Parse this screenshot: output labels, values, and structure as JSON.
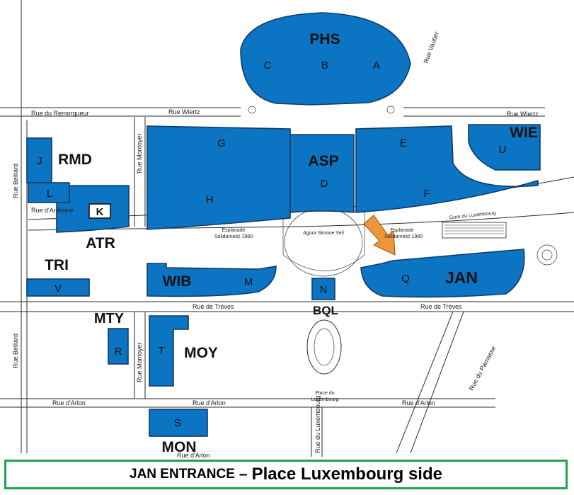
{
  "buildings": {
    "PHS": "PHS",
    "A": "A",
    "B": "B",
    "C": "C",
    "WIE": "WIE",
    "U": "U",
    "RMD": "RMD",
    "J": "J",
    "L": "L",
    "K": "K",
    "ATR": "ATR",
    "G": "G",
    "H": "H",
    "ASP": "ASP",
    "D": "D",
    "E": "E",
    "F": "F",
    "TRI": "TRI",
    "V": "V",
    "WIB": "WIB",
    "M": "M",
    "N": "N",
    "BQL": "BQL",
    "Q": "Q",
    "JAN": "JAN",
    "MTY": "MTY",
    "R": "R",
    "MOY": "MOY",
    "T": "T",
    "S": "S",
    "MON": "MON"
  },
  "streets": {
    "remorqueur": "Rue du Remorqueur",
    "wiertz_left": "Rue Wiertz",
    "wiertz_right": "Rue Wiertz",
    "vautier": "Rue Vautier",
    "montoyer_top": "Rue Montoyer",
    "montoyer_bottom": "Rue Montoyer",
    "belliard_top": "Rue Belliard",
    "belliard_bottom": "Rue Belliard",
    "ardenne": "Rue d'Ardenne",
    "treves_left": "Rue de Trèves",
    "treves_right": "Rue de Trèves",
    "arlon_left": "Rue d'Arlon",
    "arlon_mid": "Rue d'Arlon",
    "arlon_right": "Rue d'Arlon",
    "arlon_bottom": "Rue d'Arlon",
    "luxembourg": "Rue du Luxembourg",
    "parnasse": "Rue du Parnasse"
  },
  "places": {
    "esplanade_left_1": "Esplanade",
    "esplanade_left_2": "Solidarność 1980",
    "agora": "Agora Simone Veil",
    "esplanade_right_1": "Esplanade",
    "esplanade_right_2": "Solidarność 1980",
    "gare": "Gare du Luxembourg",
    "place_1": "Place du",
    "place_2": "Luxembourg"
  },
  "colors": {
    "building": "#0B75C4",
    "arrow": "#F0963A",
    "caption_border": "#22A150"
  },
  "caption": {
    "part1": "JAN ENTRANCE",
    "dash": "–",
    "part2": "Place Luxembourg side"
  }
}
